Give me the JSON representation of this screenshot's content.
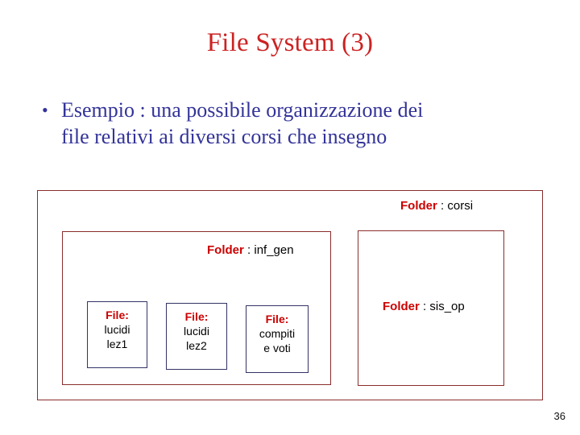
{
  "slide": {
    "title": "File System (3)",
    "title_color": "#cc2222",
    "page_number": "36",
    "bullet": {
      "marker": "•",
      "line1": "Esempio : una possibile organizzazione dei",
      "line2": "file relativi ai diversi corsi che insegno",
      "color": "#333399"
    }
  },
  "diagram": {
    "keyword_color": "#cc0000",
    "folder_border_color": "#8b2c2c",
    "file_border_color": "#333366",
    "folders": [
      {
        "id": "corsi",
        "keyword": "Folder",
        "separator": " : ",
        "name": "corsi"
      },
      {
        "id": "inf_gen",
        "keyword": "Folder",
        "separator": " : ",
        "name": "inf_gen"
      },
      {
        "id": "sis_op",
        "keyword": "Folder",
        "separator": " : ",
        "name": "sis_op"
      }
    ],
    "files": [
      {
        "id": "file1",
        "keyword": "File:",
        "name_line1": "lucidi",
        "name_line2": "lez1"
      },
      {
        "id": "file2",
        "keyword": "File:",
        "name_line1": "lucidi",
        "name_line2": "lez2"
      },
      {
        "id": "file3",
        "keyword": "File:",
        "name_line1": "compiti",
        "name_line2": "e voti"
      }
    ]
  }
}
